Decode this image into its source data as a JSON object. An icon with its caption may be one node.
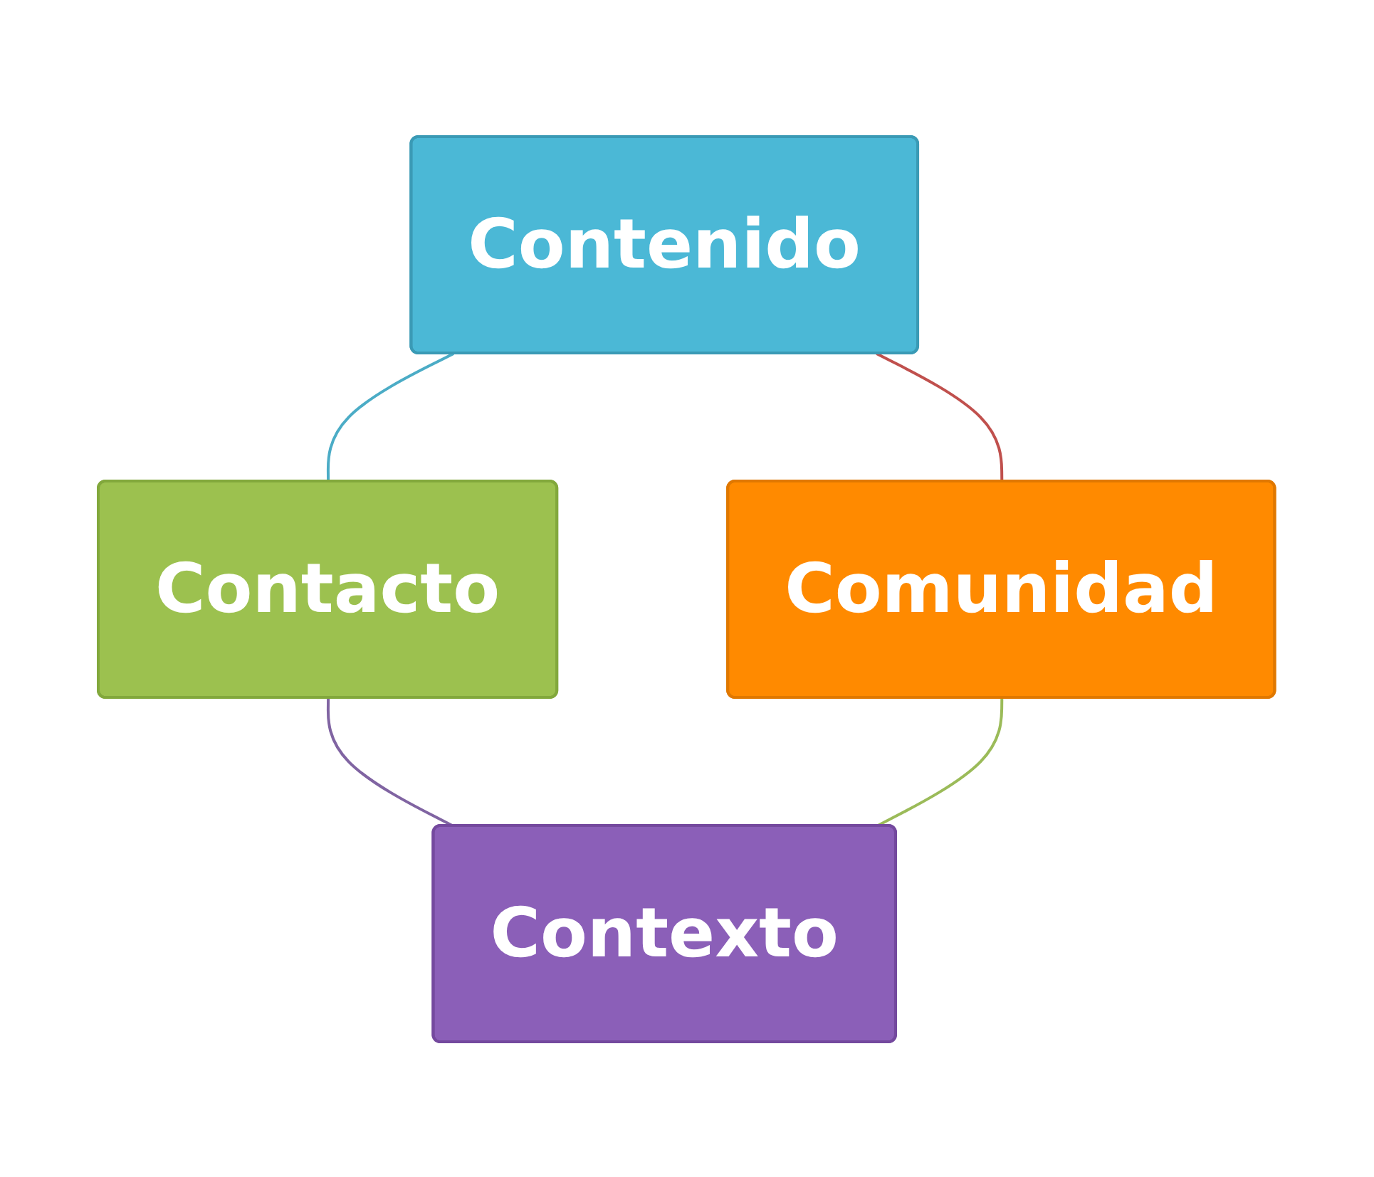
{
  "diagram": {
    "nodes": [
      {
        "text": [
          "Contenido"
        ]
      },
      {
        "text": [
          "Contacto"
        ]
      },
      {
        "text": [
          "Comunidad"
        ]
      },
      {
        "text": [
          "Contexto"
        ]
      }
    ],
    "edges": [
      {
        "from": 0,
        "to": 1,
        "arrow": "none",
        "color": "#4bacc6"
      },
      {
        "from": 0,
        "to": 2,
        "arrow": "none",
        "color": "#c0504d"
      },
      {
        "from": 1,
        "to": 3,
        "arrow": "none",
        "color": "#8064a2"
      },
      {
        "from": 2,
        "to": 3,
        "arrow": "none",
        "color": "#9bbb59"
      }
    ]
  }
}
